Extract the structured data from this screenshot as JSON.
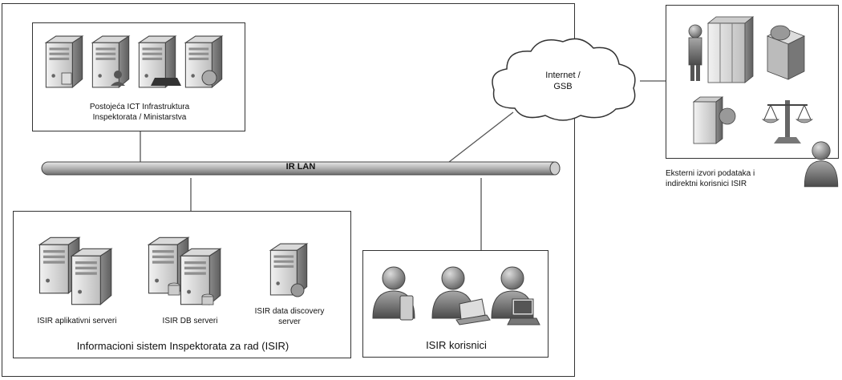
{
  "ict_box": {
    "label_line1": "Postojeća ICT Infrastruktura",
    "label_line2": "Inspektorata / Ministarstva"
  },
  "lan": {
    "label": "IR LAN"
  },
  "cloud": {
    "label_line1": "Internet /",
    "label_line2": "GSB"
  },
  "isir_box": {
    "title": "Informacioni sistem Inspektorata za rad (ISIR)",
    "app_servers_label": "ISIR aplikativni serveri",
    "db_servers_label": "ISIR DB serveri",
    "discovery_label_line1": "ISIR data discovery",
    "discovery_label_line2": "server"
  },
  "users_box": {
    "title": "ISIR korisnici"
  },
  "external": {
    "label_line1": "Eksterni izvori podataka i",
    "label_line2": "indirektni korisnici ISIR"
  }
}
